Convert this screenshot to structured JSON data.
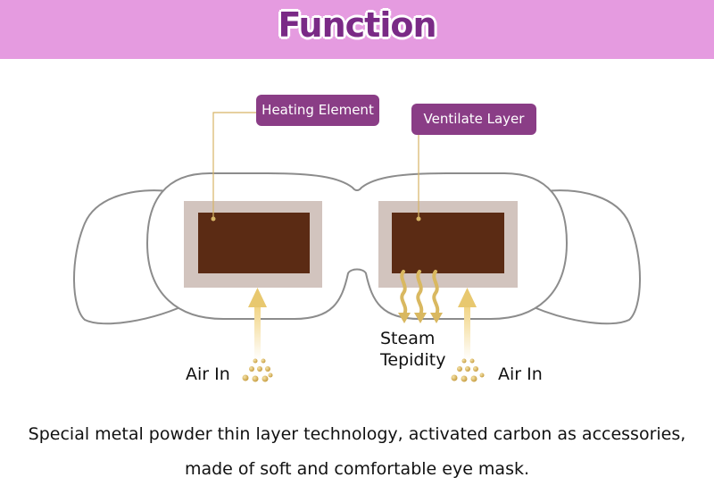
{
  "header": {
    "title": "Function"
  },
  "callouts": {
    "heating": "Heating Element",
    "ventilate": "Ventilate Layer"
  },
  "labels": {
    "air_in_left": "Air In",
    "air_in_right": "Air In",
    "steam_line1": "Steam",
    "steam_line2": "Tepidity"
  },
  "description": {
    "line1": "Special metal powder thin layer technology, activated carbon as accessories,",
    "line2": "made of soft and comfortable eye mask."
  },
  "colors": {
    "banner": "#e59be0",
    "title": "#7a2a86",
    "tag": "#8a3d86",
    "pad_outer": "#d2c4be",
    "pad_inner": "#5b2b14",
    "gold": "#d7b566"
  }
}
